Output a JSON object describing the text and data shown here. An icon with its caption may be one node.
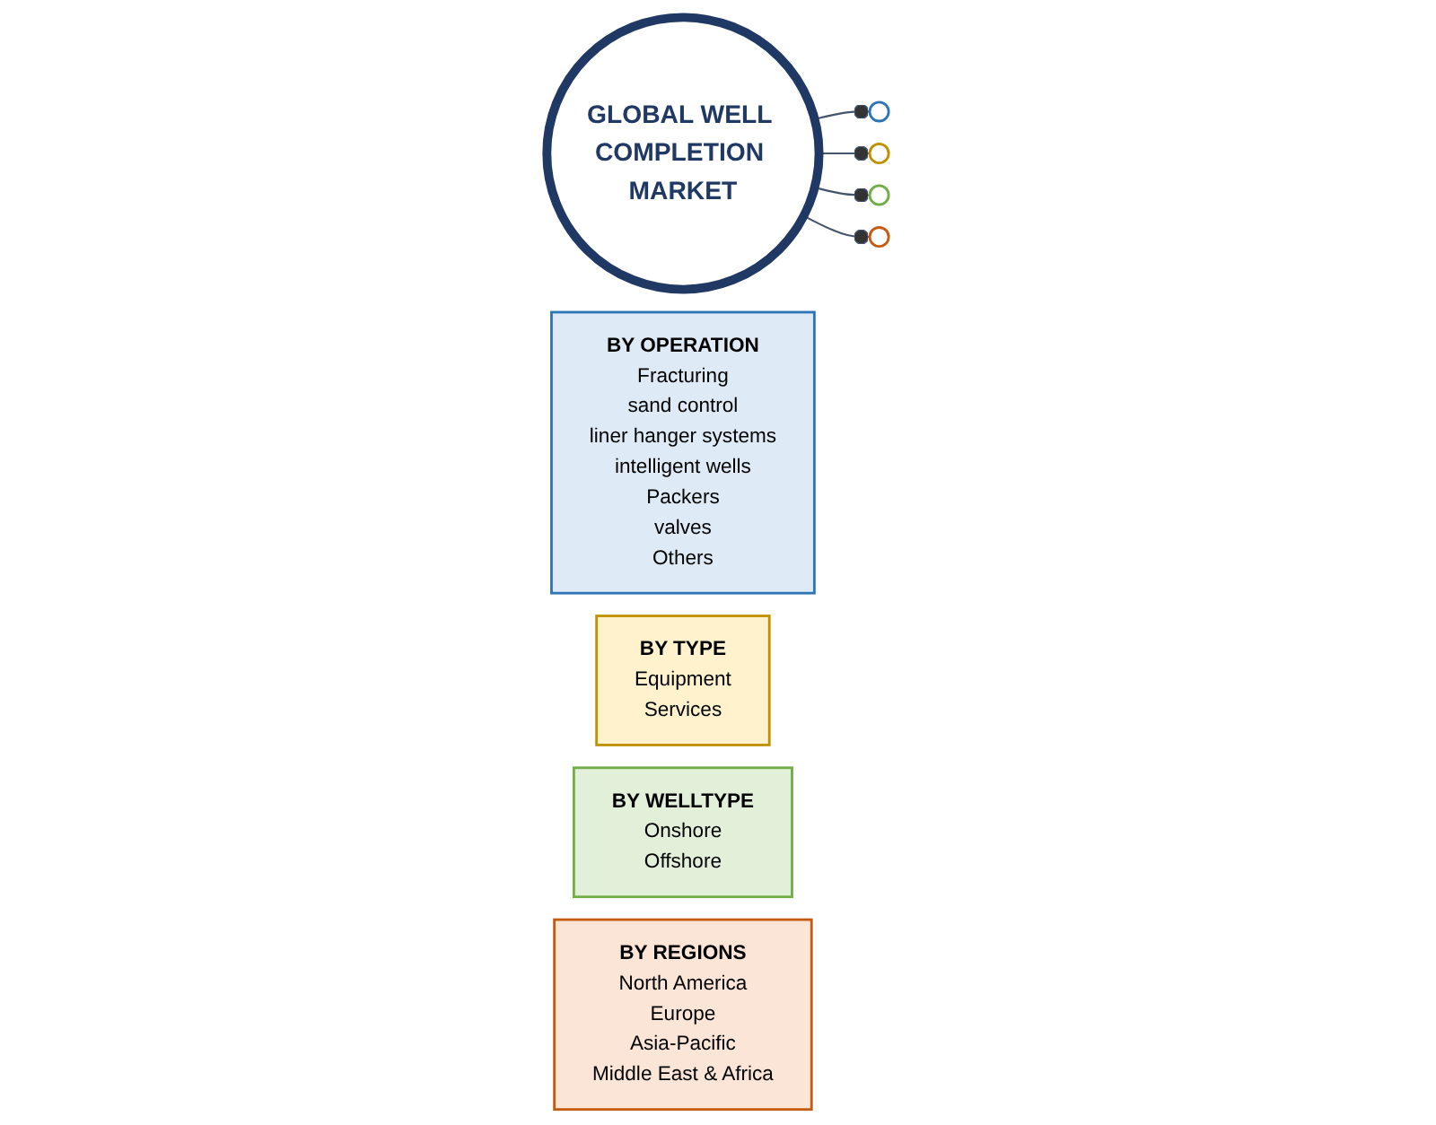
{
  "diagram": {
    "nodes": [
      {
        "text": [
          "GLOBAL WELL COMPLETION MARKET"
        ]
      },
      {
        "text": [],
        "shape": "circle"
      },
      {
        "text": [
          "BY OPERATION",
          "Fracturing",
          "sand control",
          "liner hanger systems",
          "intelligent wells",
          "Packers",
          "valves",
          "Others"
        ]
      },
      {
        "text": [],
        "shape": "circle"
      },
      {
        "text": [
          "BY TYPE",
          "Equipment",
          "Services"
        ]
      },
      {
        "text": [],
        "shape": "circle"
      },
      {
        "text": [
          "BY WELLTYPE",
          "Onshore",
          "Offshore"
        ]
      },
      {
        "text": [],
        "shape": "circle"
      },
      {
        "text": [
          "BY REGIONS",
          "North America",
          "Europe",
          "Asia-Pacific",
          "Middle East & Africa"
        ]
      }
    ],
    "edges": [
      {
        "from": 0,
        "to": 1,
        "arrow": "other"
      },
      {
        "from": 0,
        "to": 3,
        "arrow": "other"
      },
      {
        "from": 0,
        "to": 5,
        "arrow": "other"
      },
      {
        "from": 0,
        "to": 7,
        "arrow": "other"
      }
    ]
  }
}
